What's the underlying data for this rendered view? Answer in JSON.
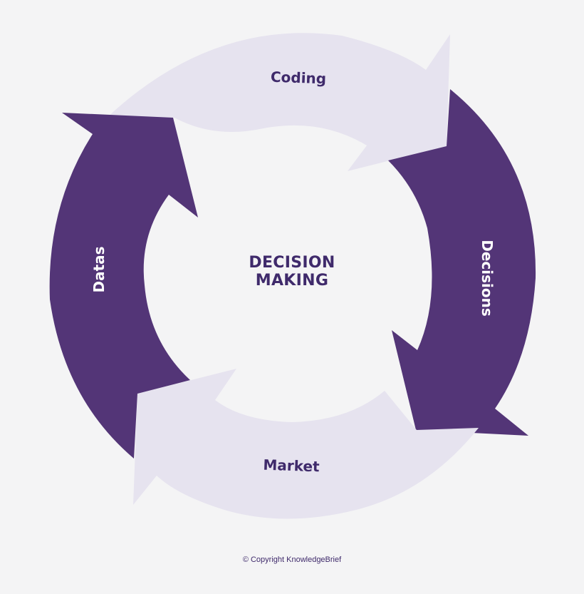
{
  "diagram": {
    "center": {
      "line1": "DECISION",
      "line2": "MAKING"
    },
    "steps": [
      {
        "label": "Coding"
      },
      {
        "label": "Decisions"
      },
      {
        "label": "Market"
      },
      {
        "label": "Datas"
      }
    ],
    "colors": {
      "dark": "#533577",
      "light": "#e6e3ef",
      "text_dark": "#3f2a6b",
      "text_light": "#ffffff",
      "background": "#f4f4f5"
    }
  },
  "footer": {
    "copyright": "© Copyright KnowledgeBrief"
  }
}
